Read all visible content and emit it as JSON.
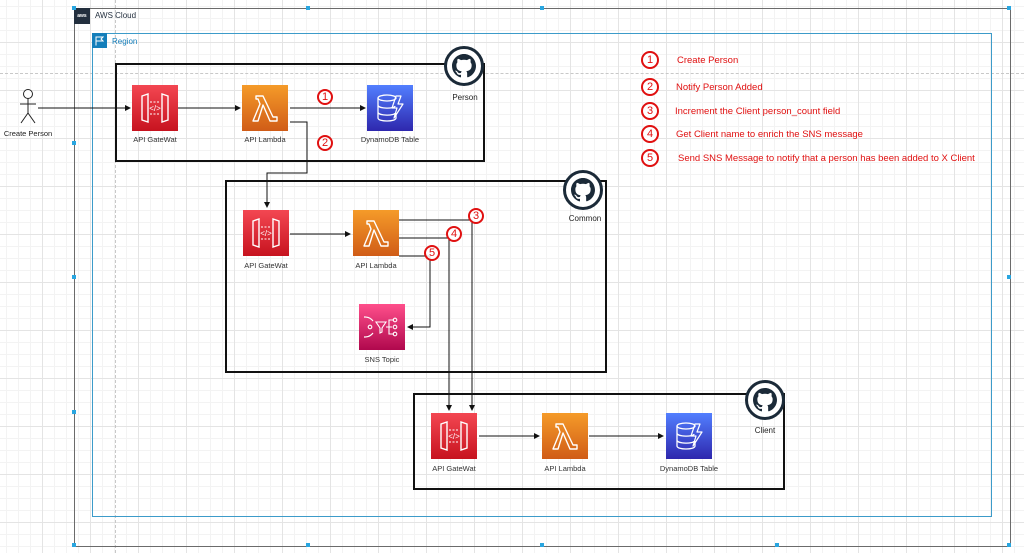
{
  "canvas": {
    "cloud_label": "AWS Cloud",
    "cloud_logo_text": "aws",
    "region_label": "Region"
  },
  "actor": {
    "label": "Create Person",
    "icon": "stick-figure-icon"
  },
  "groups": [
    {
      "id": "person",
      "label": "Person",
      "icon": "github-icon",
      "services": [
        {
          "type": "api-gateway",
          "label": "API GateWat"
        },
        {
          "type": "lambda",
          "label": "API Lambda"
        },
        {
          "type": "dynamodb",
          "label": "DynamoDB Table"
        }
      ]
    },
    {
      "id": "common",
      "label": "Common",
      "icon": "github-icon",
      "services": [
        {
          "type": "api-gateway",
          "label": "API GateWat"
        },
        {
          "type": "lambda",
          "label": "API Lambda"
        },
        {
          "type": "sns",
          "label": "SNS Topic"
        }
      ]
    },
    {
      "id": "client",
      "label": "Client",
      "icon": "github-icon",
      "services": [
        {
          "type": "api-gateway",
          "label": "API GateWat"
        },
        {
          "type": "lambda",
          "label": "API Lambda"
        },
        {
          "type": "dynamodb",
          "label": "DynamoDB Table"
        }
      ]
    }
  ],
  "step_markers": [
    "1",
    "2",
    "3",
    "4",
    "5"
  ],
  "legend": [
    {
      "num": "1",
      "text": "Create Person"
    },
    {
      "num": "2",
      "text": "Notify Person Added"
    },
    {
      "num": "3",
      "text": "Increment the Client person_count field"
    },
    {
      "num": "4",
      "text": "Get Client name to enrich the SNS message"
    },
    {
      "num": "5",
      "text": "Send SNS Message to notify that a person has been added to X Client"
    }
  ],
  "colors": {
    "api_gateway": "#e7157b",
    "lambda": "#f58534",
    "dynamodb": "#4053d6",
    "sns": "#e7157b",
    "step_marker": "#e01010",
    "region": "#147eba",
    "cloud": "#232f3e"
  }
}
